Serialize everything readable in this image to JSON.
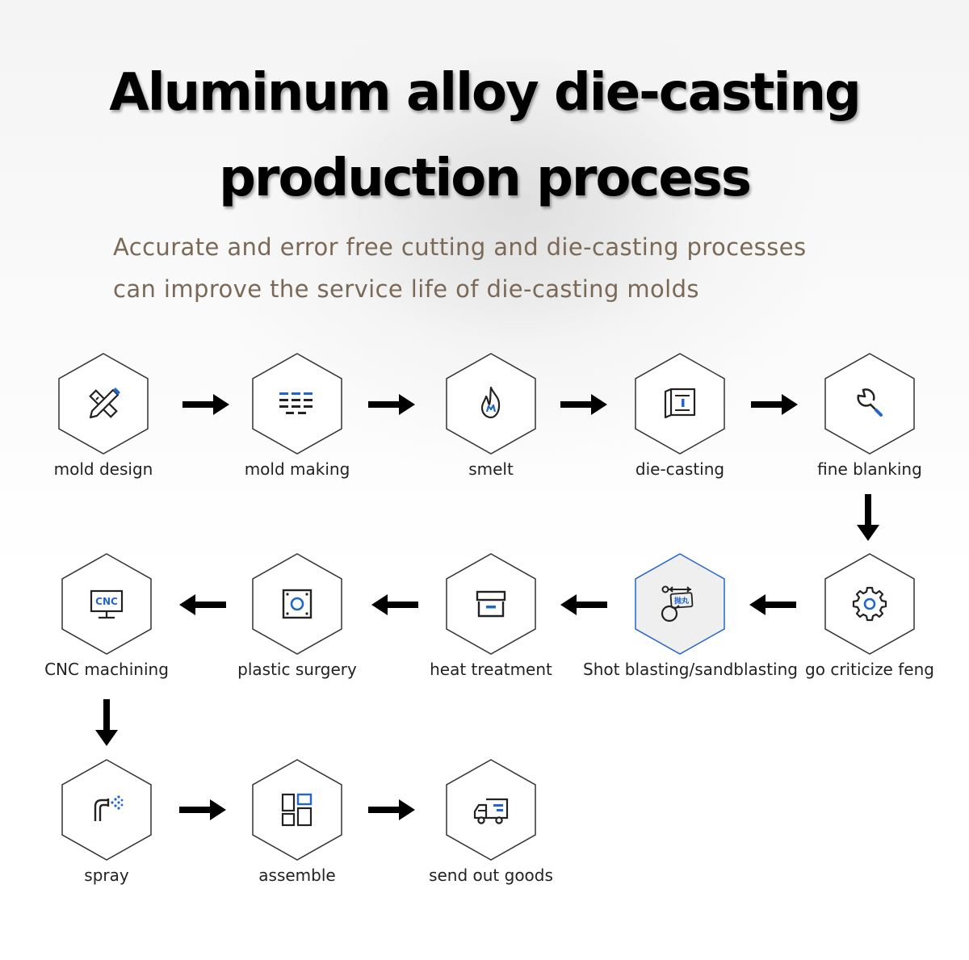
{
  "title": {
    "line1": "Aluminum alloy die-casting",
    "line2": "production process"
  },
  "subtitle": {
    "line1": "Accurate and error free cutting and die-casting processes",
    "line2": "can improve the service life of die-casting molds"
  },
  "colors": {
    "accent": "#2266cc",
    "hex_border": "#333333",
    "highlight_border": "#2266cc",
    "highlight_fill": "#f0f0f0",
    "subtitle": "#7a6957"
  },
  "steps": [
    {
      "label": "mold design",
      "icon": "ruler-pencil-icon"
    },
    {
      "label": "mold making",
      "icon": "grid-bars-icon"
    },
    {
      "label": "smelt",
      "icon": "flame-icon"
    },
    {
      "label": "die-casting",
      "icon": "blueprint-icon"
    },
    {
      "label": "fine blanking",
      "icon": "wrench-icon"
    },
    {
      "label": "go criticize feng",
      "icon": "gear-icon"
    },
    {
      "label": "Shot blasting/sandblasting",
      "icon": "shot-blast-icon",
      "badge": "抛丸",
      "highlighted": true
    },
    {
      "label": "heat treatment",
      "icon": "drawer-icon"
    },
    {
      "label": "plastic surgery",
      "icon": "frame-circle-icon"
    },
    {
      "label": "CNC machining",
      "icon": "cnc-monitor-icon",
      "badge": "CNC"
    },
    {
      "label": "spray",
      "icon": "spray-nozzle-icon"
    },
    {
      "label": "assemble",
      "icon": "blocks-icon"
    },
    {
      "label": "send out goods",
      "icon": "truck-icon"
    }
  ]
}
